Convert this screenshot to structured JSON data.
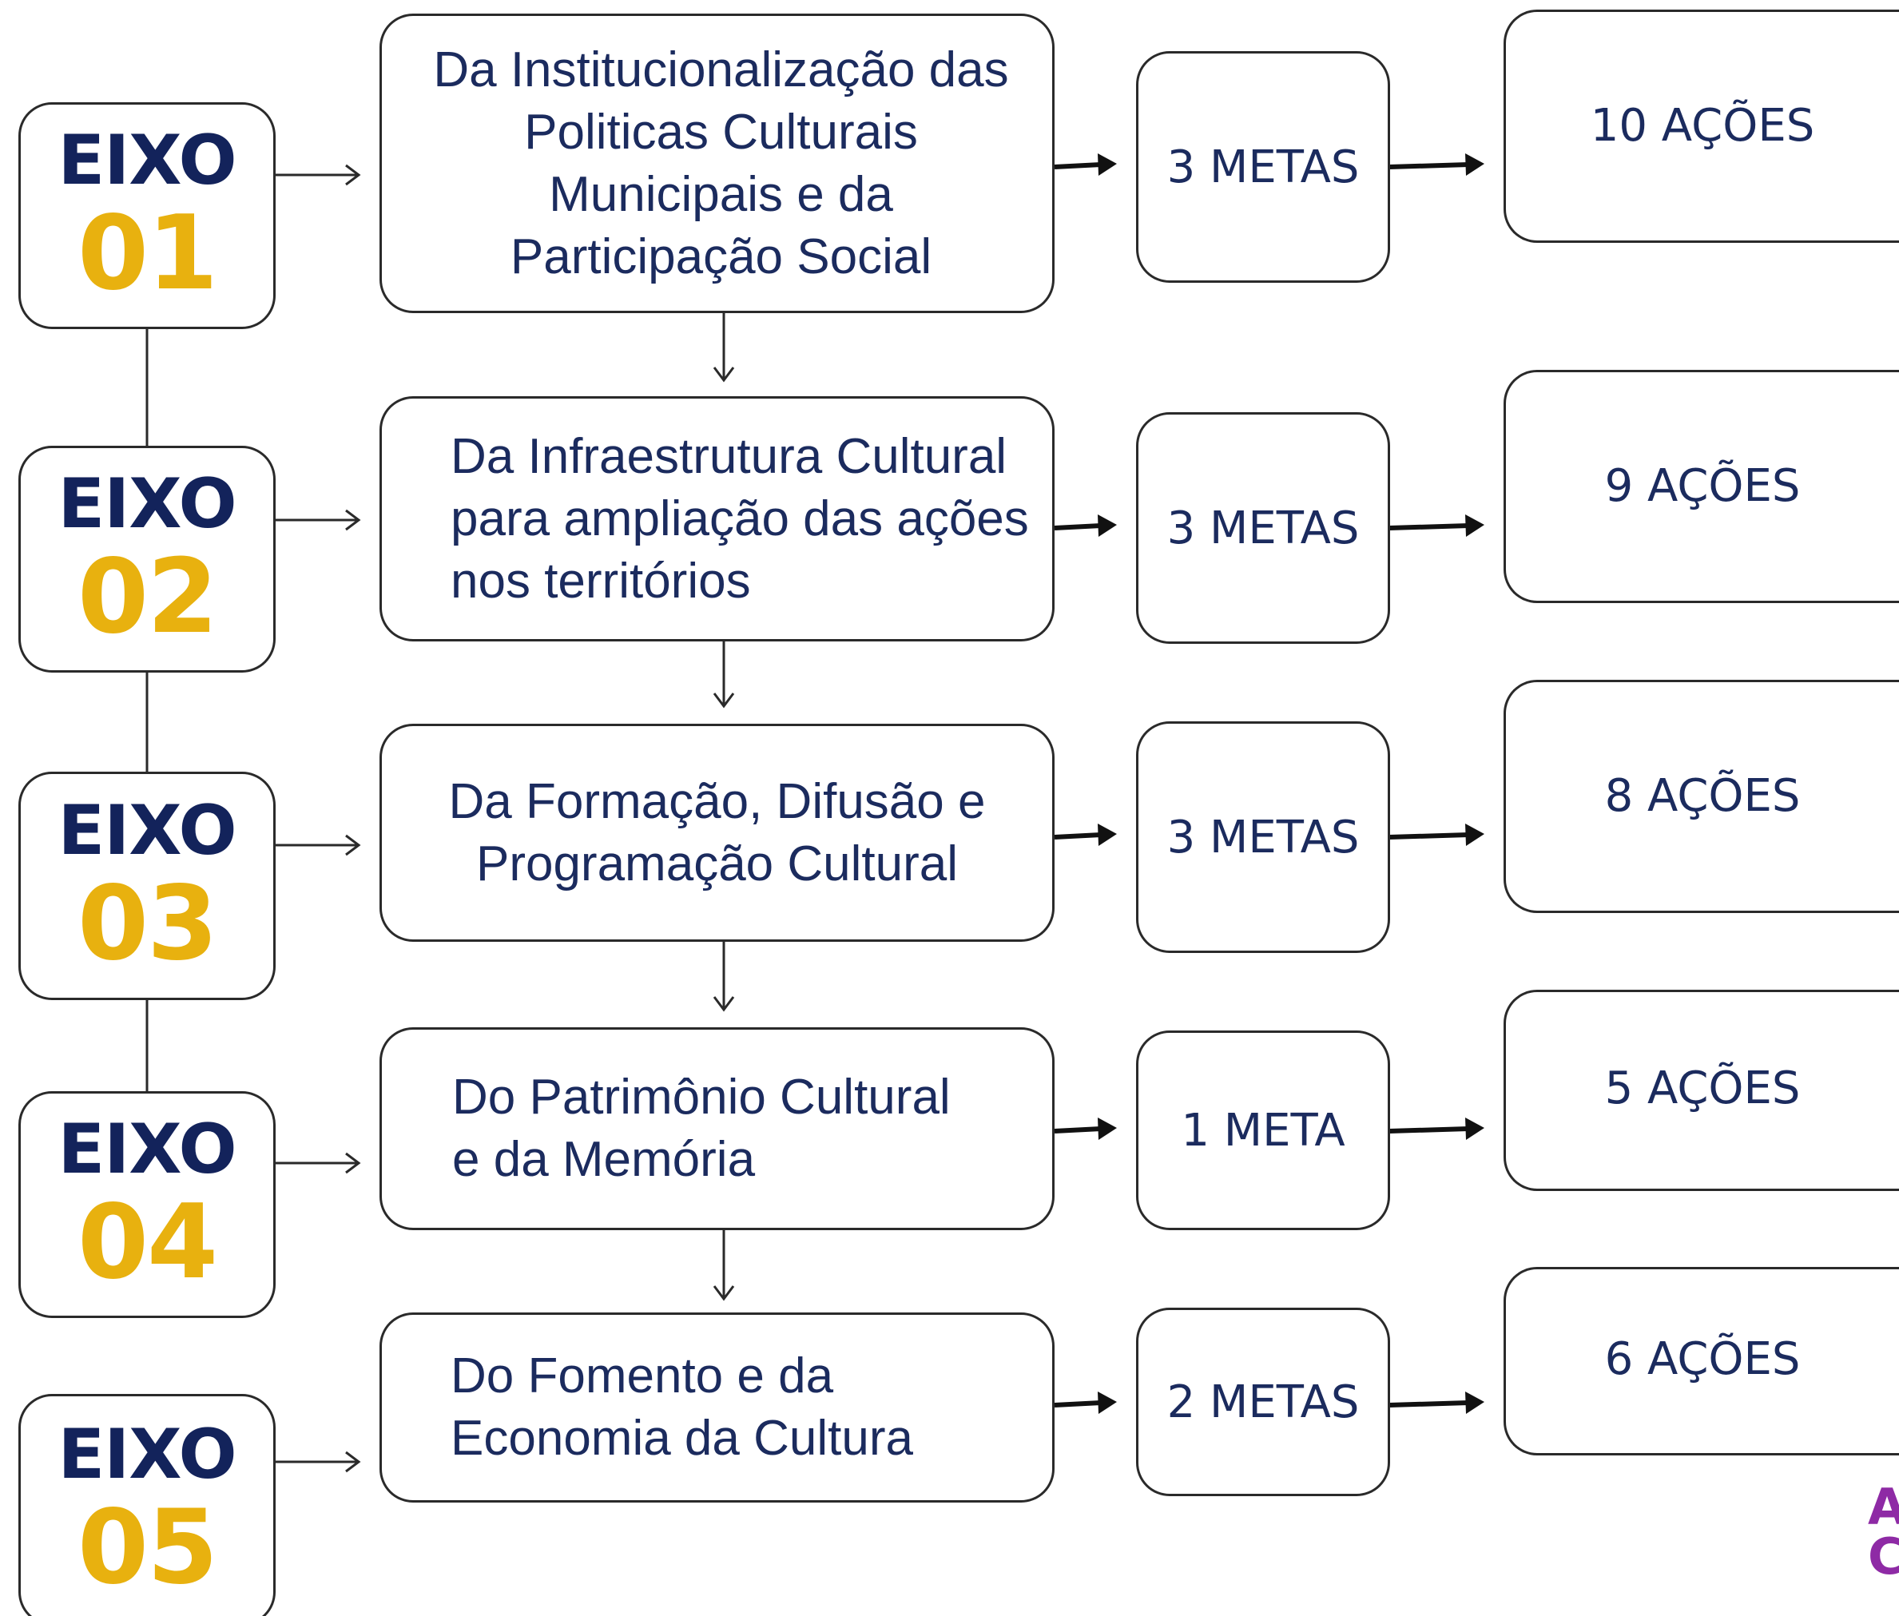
{
  "eixos": [
    {
      "label": "EIXO",
      "number": "01",
      "theme": "Da Institucionalização das\nPoliticas Culturais\nMunicipais e da\nParticipação Social",
      "metas": "3 METAS",
      "acoes": "10 AÇÕES"
    },
    {
      "label": "EIXO",
      "number": "02",
      "theme": "Da Infraestrutura Cultural\npara ampliação das ações\nnos territórios",
      "metas": "3 METAS",
      "acoes": "9 AÇÕES"
    },
    {
      "label": "EIXO",
      "number": "03",
      "theme": "Da Formação, Difusão e\nProgramação Cultural",
      "metas": "3 METAS",
      "acoes": "8 AÇÕES"
    },
    {
      "label": "EIXO",
      "number": "04",
      "theme": "Do Patrimônio Cultural\ne da Memória",
      "metas": "1 META",
      "acoes": "5 AÇÕES"
    },
    {
      "label": "EIXO",
      "number": "05",
      "theme": "Do Fomento e da\nEconomia da Cultura",
      "metas": "2 METAS",
      "acoes": "6 AÇÕES"
    }
  ],
  "logo_fragment": "A\nC",
  "colors": {
    "eixo_label": "#13235b",
    "eixo_number": "#e8b10f",
    "text": "#1b2b5e",
    "border": "#2a2a2a",
    "logo": "#8e2aa5"
  }
}
